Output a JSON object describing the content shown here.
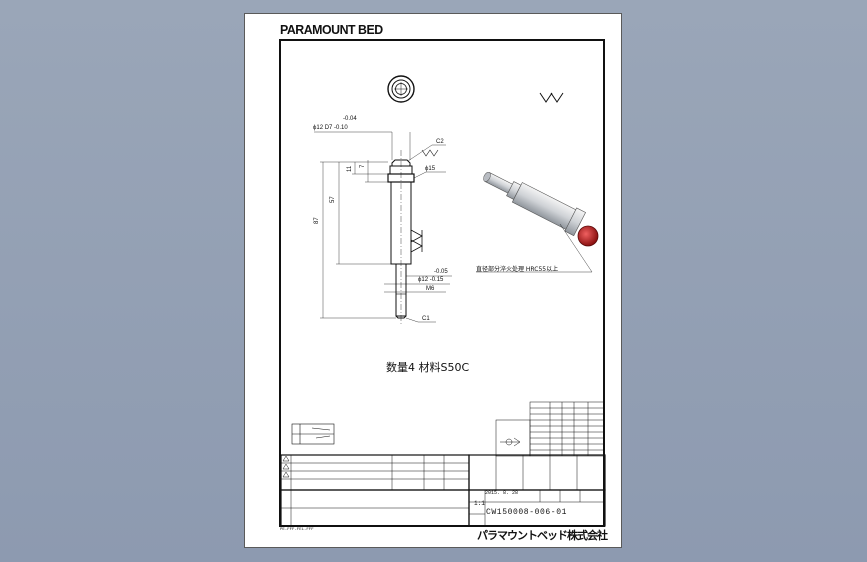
{
  "header": {
    "brand": "PARAMOUNT BED"
  },
  "drawing": {
    "dims": {
      "tol_top": "-0.04",
      "dia_top": "ϕ12 D7 -0.10",
      "chamfer_top": "C2",
      "dia_head": "ϕ15",
      "len_total": "87",
      "len_body": "57",
      "len_small1": "11",
      "len_small2": "7",
      "tol_bottom": "-0.05",
      "dia_bottom": "ϕ12 -0.15",
      "thread": "M6",
      "chamfer_bottom": "C1"
    },
    "note": "直径部分淬火处理 HRC55以上",
    "quantity": "数量4 材料S50C"
  },
  "title_block": {
    "date": "2015. 8. 28",
    "scale": "1:1",
    "part_number": "CW150008-006-01",
    "company": "パラマウントベッド株式会社"
  },
  "footer": {
    "code": "PE-FFF-FEL-FFF"
  },
  "colors": {
    "background": "#8f9bb1",
    "sheet": "#ffffff",
    "line": "#111111",
    "part_cap": "#c42222"
  }
}
